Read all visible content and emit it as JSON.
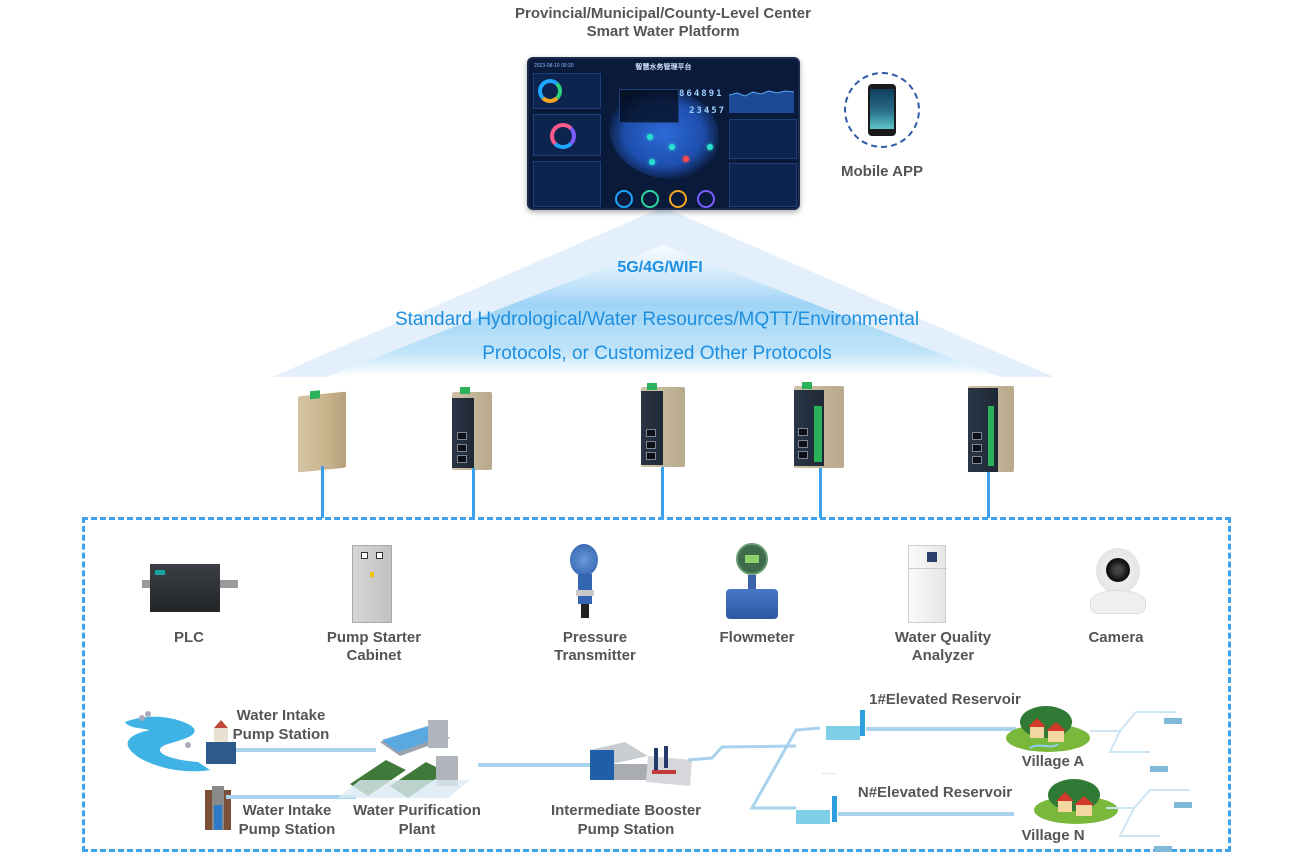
{
  "platform": {
    "title_line1": "Provincial/Municipal/County-Level Center",
    "title_line2": "Smart Water Platform",
    "dashboard": {
      "title": "智慧水务管理平台",
      "counter_1": "864891",
      "counter_2": "23457"
    }
  },
  "mobile_app": {
    "label": "Mobile APP",
    "icon": "smartphone-icon"
  },
  "network": {
    "transport": "5G/4G/WIFI",
    "protocols_line1": "Standard Hydrological/Water Resources/MQTT/Environmental",
    "protocols_line2": "Protocols, or Customized Other Protocols"
  },
  "gateways": [
    {
      "icon": "gateway-device-icon"
    },
    {
      "icon": "gateway-device-icon"
    },
    {
      "icon": "gateway-device-icon"
    },
    {
      "icon": "gateway-device-icon"
    },
    {
      "icon": "gateway-device-icon"
    }
  ],
  "field_devices": [
    {
      "label_line1": "PLC",
      "label_line2": "",
      "icon": "plc-icon"
    },
    {
      "label_line1": "Pump Starter",
      "label_line2": "Cabinet",
      "icon": "pump-starter-cabinet-icon"
    },
    {
      "label_line1": "Pressure",
      "label_line2": "Transmitter",
      "icon": "pressure-transmitter-icon"
    },
    {
      "label_line1": "Flowmeter",
      "label_line2": "",
      "icon": "flowmeter-icon"
    },
    {
      "label_line1": "Water Quality",
      "label_line2": "Analyzer",
      "icon": "water-quality-analyzer-icon"
    },
    {
      "label_line1": "Camera",
      "label_line2": "",
      "icon": "camera-icon"
    }
  ],
  "water_scheme": {
    "intake_1": {
      "line1": "Water Intake",
      "line2": "Pump Station"
    },
    "intake_2": {
      "line1": "Water Intake",
      "line2": "Pump Station"
    },
    "purification": {
      "line1": "Water Purification",
      "line2": "Plant"
    },
    "booster": {
      "line1": "Intermediate Booster",
      "line2": "Pump Station"
    },
    "reservoir_1": "1#Elevated Reservoir",
    "reservoir_n": "N#Elevated Reservoir",
    "village_a": "Village A",
    "village_n": "Village N",
    "ellipsis": "......"
  },
  "colors": {
    "accent_blue": "#1d8fe0",
    "dashed_border": "#3ea2ef",
    "link_line": "#3aa0f0",
    "dashboard_bg": "#0a1a3a"
  }
}
